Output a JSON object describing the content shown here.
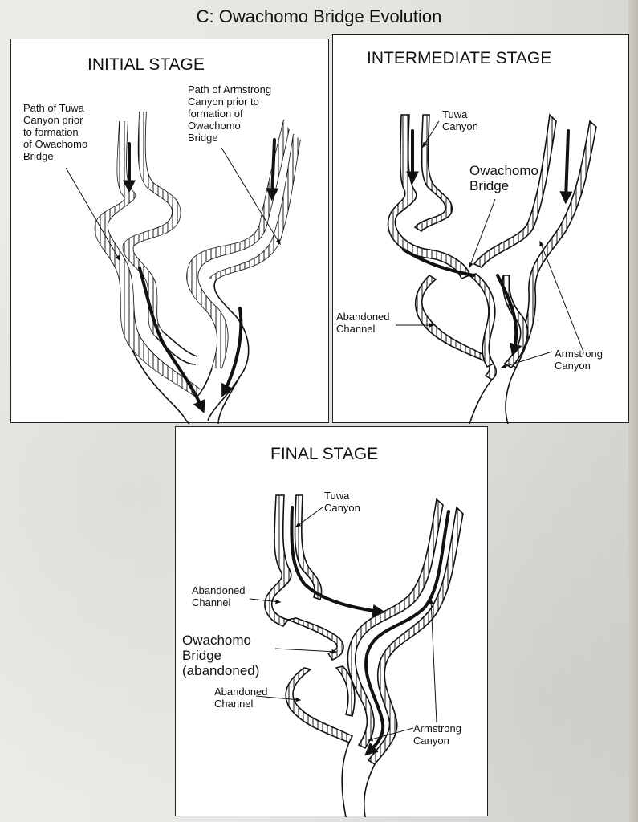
{
  "figure_title": "C: Owachomo Bridge Evolution",
  "panels": {
    "initial": {
      "title": "INITIAL STAGE",
      "tuwa_label": "Path of Tuwa\nCanyon prior\nto formation\nof Owachomo\nBridge",
      "armstrong_label": "Path of Armstrong\nCanyon prior to\nformation of\nOwachomo\nBridge"
    },
    "intermediate": {
      "title": "INTERMEDIATE STAGE",
      "tuwa_label": "Tuwa\nCanyon",
      "bridge_label": "Owachomo\nBridge",
      "abandoned_label": "Abandoned\nChannel",
      "armstrong_label": "Armstrong\nCanyon"
    },
    "final": {
      "title": "FINAL STAGE",
      "tuwa_label": "Tuwa\nCanyon",
      "abandoned_upper_label": "Abandoned\nChannel",
      "bridge_label": "Owachomo\nBridge\n(abandoned)",
      "abandoned_lower_label": "Abandoned\nChannel",
      "armstrong_label": "Armstrong\nCanyon"
    }
  },
  "colors": {
    "ink": "#111111",
    "paper": "#ffffff",
    "background": "#e9e7e2"
  }
}
